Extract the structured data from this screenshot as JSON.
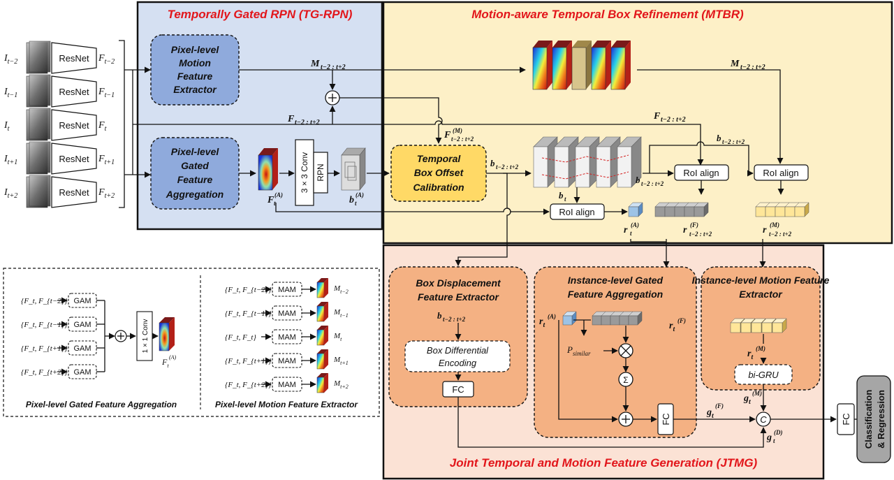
{
  "regions": {
    "tgrpn": "Temporally Gated RPN (TG-RPN)",
    "mtbr": "Motion-aware Temporal Box Refinement (MTBR)",
    "jtmg": "Joint  Temporal  and  Motion  Feature  Generation (JTMG)"
  },
  "inputs": [
    {
      "frame": "I",
      "sub": "t−2",
      "feat": "F",
      "fsub": "t−2"
    },
    {
      "frame": "I",
      "sub": "t−1",
      "feat": "F",
      "fsub": "t−1"
    },
    {
      "frame": "I",
      "sub": "t",
      "feat": "F",
      "fsub": "t"
    },
    {
      "frame": "I",
      "sub": "t+1",
      "feat": "F",
      "fsub": "t+1"
    },
    {
      "frame": "I",
      "sub": "t+2",
      "feat": "F",
      "fsub": "t+2"
    }
  ],
  "backbone": "ResNet",
  "modules": {
    "pmfe": [
      "Pixel-level",
      "Motion",
      "Feature",
      "Extractor"
    ],
    "pgfa": [
      "Pixel-level",
      "Gated",
      "Feature",
      "Aggregation"
    ],
    "conv": "3 × 3 Conv",
    "rpn": "RPN",
    "tboc": [
      "Temporal",
      "Box Offset",
      "Calibration"
    ],
    "roi": "RoI align",
    "bdfe": [
      "Box Displacement",
      "Feature Extractor"
    ],
    "bde": [
      "Box Differential",
      "Encoding"
    ],
    "fc": "FC",
    "igfa": [
      "Instance-level Gated",
      "Feature Aggregation"
    ],
    "imfe": [
      "Instance-level Motion Feature",
      "Extractor"
    ],
    "bigru": "bi-GRU",
    "cr": [
      "Classification",
      "& Regression"
    ],
    "concat": "C",
    "psim": "P",
    "psim_sub": "similar"
  },
  "labels": {
    "M": "M",
    "M_sub": "t−2 : t+2",
    "F": "F",
    "F_sub": "t−2 : t+2",
    "FM_sup": "(M)",
    "FA_sup": "(A)",
    "b": "b",
    "b_sub": "t−2 : t+2",
    "bt_sub": "t",
    "r": "r",
    "rA_sup": "(A)",
    "rF_sup": "(F)",
    "rM_sup": "(M)",
    "t": "t",
    "g": "g",
    "gF_sup": "(F)",
    "gM_sup": "(M)",
    "gD_sup": "(D)"
  },
  "legend": {
    "gfa_title": "Pixel-level  Gated Feature Aggregation",
    "mfe_title": "Pixel-level  Motion Feature Extractor",
    "gam": "GAM",
    "mam": "MAM",
    "conv1": "1 × 1 Conv",
    "pairs": [
      "{F_t, F_{t−2}}",
      "{F_t, F_{t−1}}",
      "{F_t, F_{t+1}}",
      "{F_t, F_{t+2}}"
    ],
    "mpairs": [
      "{F_t, F_{t−2}}",
      "{F_t, F_{t−1}}",
      "{F_t, F_t}",
      "{F_t, F_{t+1}}",
      "{F_t, F_{t+2}}"
    ],
    "mouts": [
      "t−2",
      "t−1",
      "t",
      "t+1",
      "t+2"
    ]
  },
  "colors": {
    "tgrpn_bg": "#d5e0f2",
    "mtbr_bg": "#fdf0c7",
    "jtmg_bg": "#fbe2d5",
    "module_blue": "#8faadc",
    "module_yellow": "#ffd966",
    "module_orange": "#f4b183",
    "title_red": "#e2161b"
  }
}
